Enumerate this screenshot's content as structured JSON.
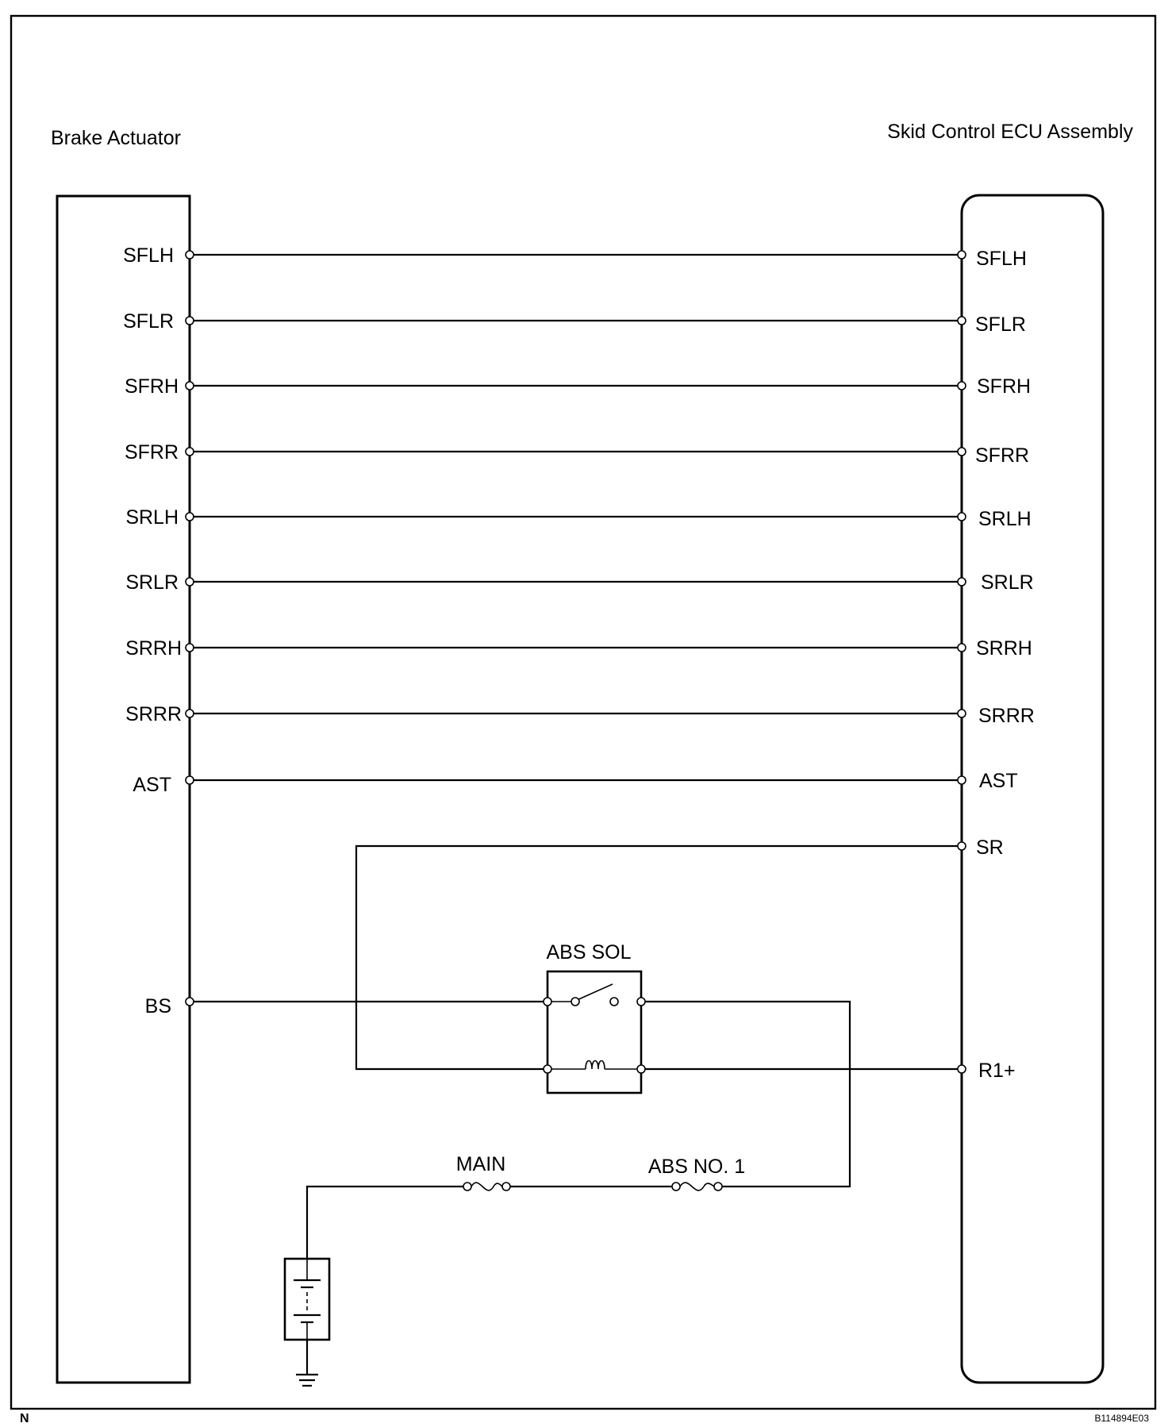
{
  "components": {
    "brake_actuator": "Brake Actuator",
    "skid_ecu": "Skid Control ECU Assembly",
    "relay": "ABS SOL",
    "fuse_main": "MAIN",
    "fuse_abs": "ABS NO. 1"
  },
  "actuator_pins": [
    "SFLH",
    "SFLR",
    "SFRH",
    "SFRR",
    "SRLH",
    "SRLR",
    "SRRH",
    "SRRR",
    "AST",
    "BS"
  ],
  "ecu_pins": [
    "SFLH",
    "SFLR",
    "SFRH",
    "SFRR",
    "SRLH",
    "SRLR",
    "SRRH",
    "SRRR",
    "AST",
    "SR",
    "R1+"
  ],
  "footer": {
    "corner_mark": "N",
    "figure_code": "B114894E03"
  }
}
